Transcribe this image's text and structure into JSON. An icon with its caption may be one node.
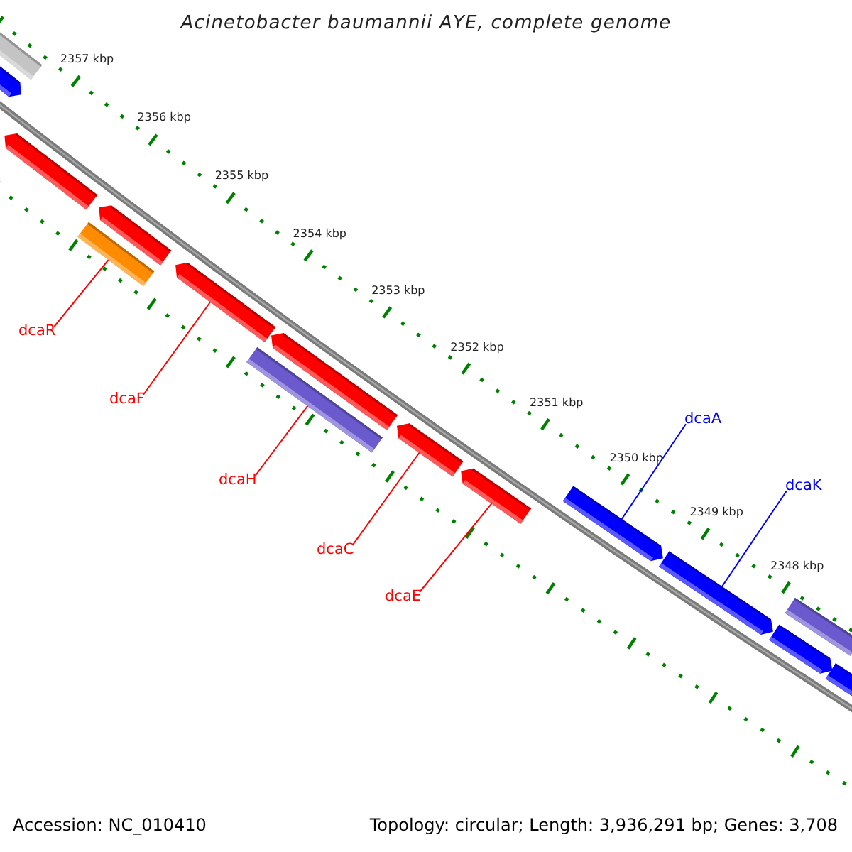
{
  "diagram": {
    "title": "Acinetobacter baumannii AYE, complete genome",
    "nodes": [
      {
        "text": [
          "dcaR"
        ]
      },
      {
        "text": [
          "dcaF"
        ]
      },
      {
        "text": [
          "dcaH"
        ]
      },
      {
        "text": [
          "dcaC"
        ]
      },
      {
        "text": [
          "dcaE"
        ]
      },
      {
        "text": [
          "dcaA"
        ]
      },
      {
        "text": [
          "dcaK"
        ]
      },
      {
        "text": [],
        "shape": "bar"
      },
      {
        "text": [],
        "shape": "bar"
      },
      {
        "text": [],
        "shape": "bar"
      },
      {
        "text": [],
        "shape": "bar"
      },
      {
        "text": [],
        "shape": "bar"
      },
      {
        "text": [],
        "shape": "bar"
      },
      {
        "text": [],
        "shape": "bar"
      },
      {
        "text": [],
        "shape": "bar"
      },
      {
        "text": [],
        "shape": "bar"
      },
      {
        "text": [],
        "shape": "bar"
      },
      {
        "text": [],
        "shape": "bar"
      },
      {
        "text": [],
        "shape": "bar"
      },
      {
        "text": [],
        "shape": "bar"
      },
      {
        "text": [],
        "shape": "bar"
      },
      {
        "text": [],
        "shape": "bar"
      }
    ],
    "edges": [
      {
        "from": 0,
        "to": 11,
        "arrow": "none"
      },
      {
        "from": 1,
        "to": 12,
        "arrow": "none"
      },
      {
        "from": 2,
        "to": 13,
        "arrow": "none"
      },
      {
        "from": 3,
        "to": 15,
        "arrow": "none"
      },
      {
        "from": 4,
        "to": 16,
        "arrow": "none"
      },
      {
        "from": 5,
        "to": 17,
        "arrow": "none",
        "color": "#0000ff"
      },
      {
        "from": 6,
        "to": 18,
        "arrow": "none",
        "color": "#0000ff"
      }
    ],
    "labels": [
      "2357 kbp",
      "2356 kbp",
      "2355 kbp",
      "2354 kbp",
      "2353 kbp",
      "2352 kbp",
      "2351 kbp",
      "2350 kbp",
      "2349 kbp",
      "2348 kbp",
      "Accession: NC_010410",
      "Topology: circular; Length: 3,936,291 bp; Genes: 3,708"
    ]
  }
}
